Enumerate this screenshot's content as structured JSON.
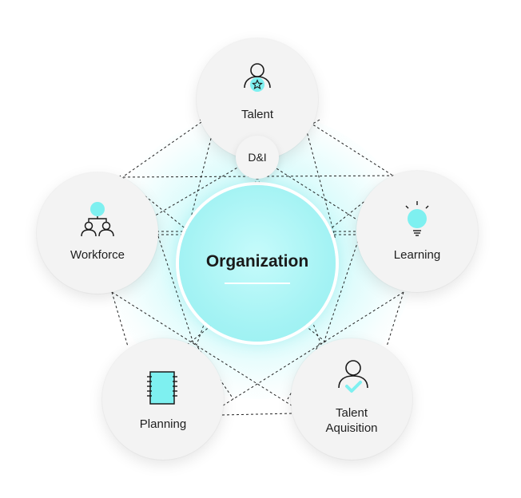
{
  "center": {
    "title": "Organization"
  },
  "hub": {
    "label": "D&I"
  },
  "nodes": {
    "talent": {
      "label": "Talent"
    },
    "learning": {
      "label": "Learning"
    },
    "workforce": {
      "label": "Workforce"
    },
    "planning": {
      "label": "Planning"
    },
    "talent_acquisition": {
      "line1": "Talent",
      "line2": "Aquisition"
    }
  },
  "colors": {
    "accent": "#7ef0f0",
    "node_bg": "#f3f3f3",
    "center": "#a5f3f4"
  },
  "icons": {
    "talent": "person-star-icon",
    "learning": "lightbulb-icon",
    "workforce": "org-chart-icon",
    "planning": "notebook-icon",
    "talent_acquisition": "person-check-icon"
  }
}
